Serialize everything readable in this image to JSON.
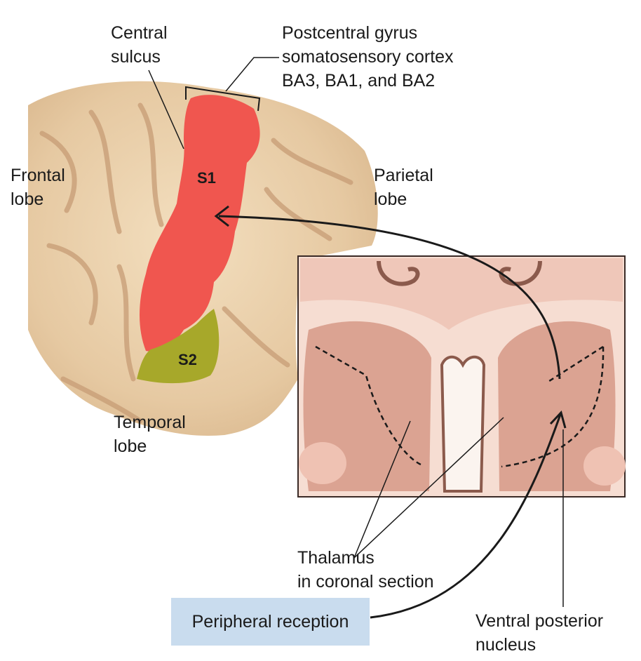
{
  "labels": {
    "central_sulcus": "Central\nsulcus",
    "postcentral": "Postcentral gyrus\nsomatosensory cortex\nBA3, BA1, and BA2",
    "frontal": "Frontal\nlobe",
    "parietal": "Parietal\nlobe",
    "temporal": "Temporal\nlobe",
    "thalamus": "Thalamus\nin coronal section",
    "ventral_posterior": "Ventral posterior\nnucleus",
    "peripheral": "Peripheral reception"
  },
  "regions": {
    "s1": "S1",
    "s2": "S2"
  },
  "colors": {
    "s1": "#f0564f",
    "s2": "#a7a82a",
    "brain": "#e9cfa9",
    "thalamus_bg": "#f6ddd2",
    "thalamus_mass": "#dba392",
    "peripheral_box": "#c9dcee"
  }
}
